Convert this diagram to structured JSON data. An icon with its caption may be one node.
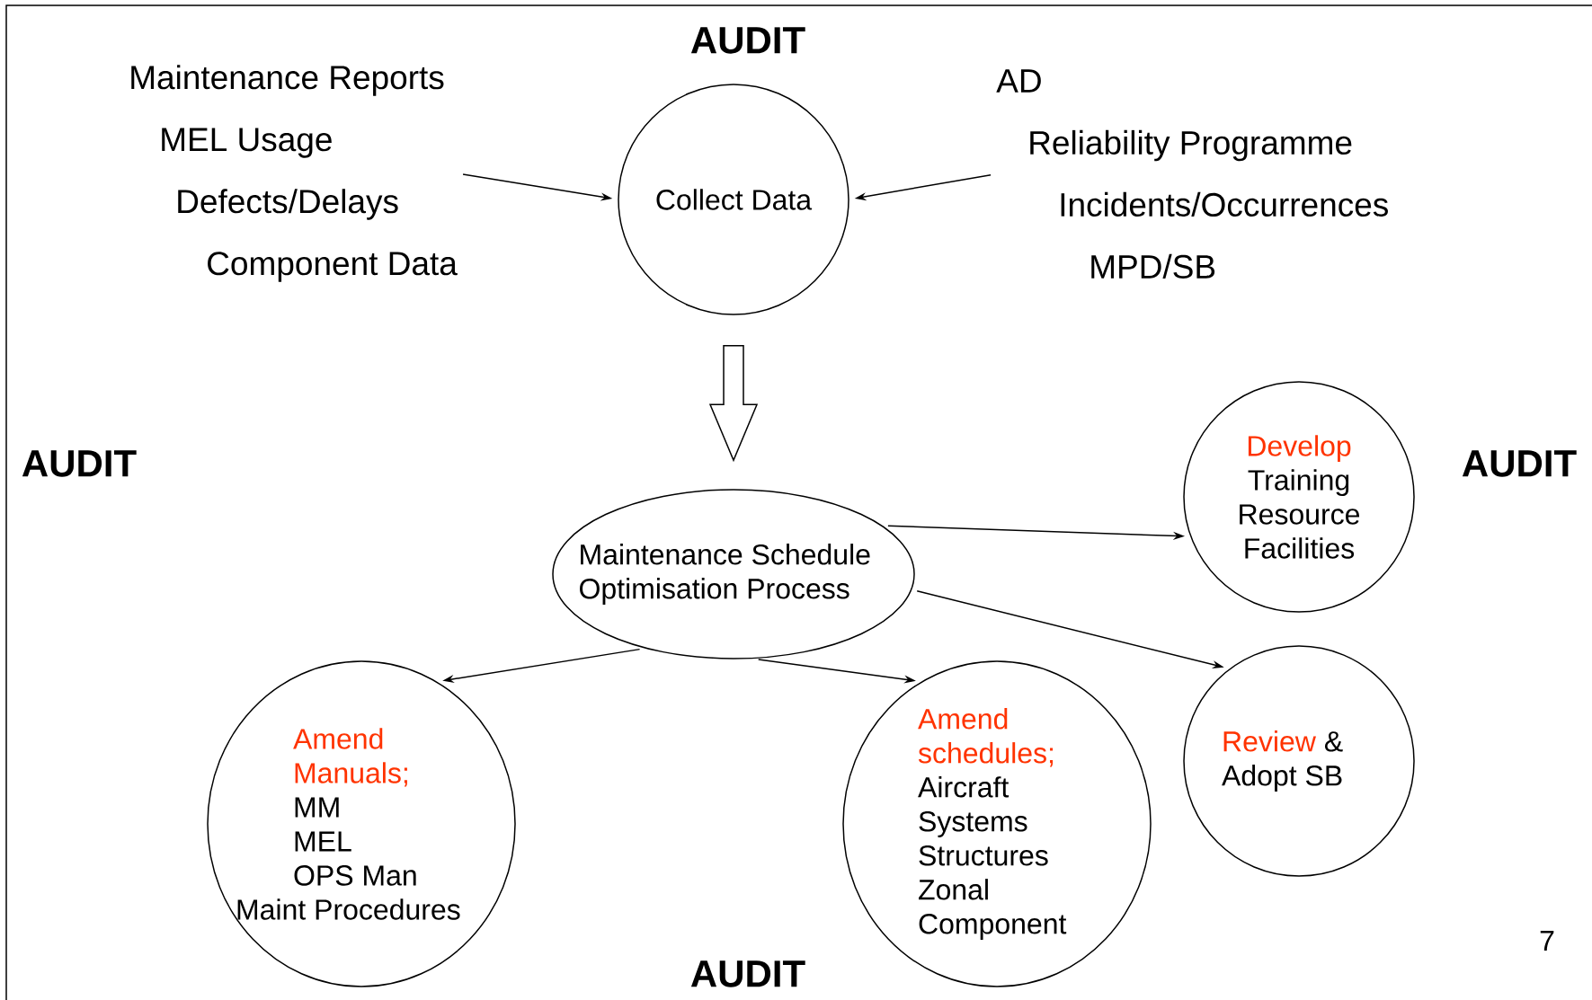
{
  "diagram": {
    "nodes": [
      {
        "text": [
          "Collect Data"
        ]
      },
      {
        "text": [
          "Maintenance Reports",
          "MEL Usage",
          "Defects/Delays",
          "Component Data"
        ]
      },
      {
        "text": [
          "AD",
          "Reliability Programme",
          "Incidents/Occurrences",
          "MPD/SB"
        ]
      },
      {
        "text": [
          "Maintenance Schedule Optimisation Process"
        ]
      },
      {
        "text": [
          "Develop",
          "Training",
          "Resource",
          "Facilities"
        ]
      },
      {
        "text": [
          "Review",
          "& Adopt SB"
        ]
      },
      {
        "text": [
          "Amend Manuals;",
          "MM",
          "MEL",
          "OPS Man",
          "Maint Procedures"
        ]
      },
      {
        "text": [
          "Amend schedules;",
          "Aircraft",
          "Systems",
          "Structures",
          "Zonal",
          "Component"
        ]
      }
    ],
    "edges": [
      {
        "from": 1,
        "to": 0,
        "arrow": "to"
      },
      {
        "from": 2,
        "to": 0,
        "arrow": "to"
      },
      {
        "from": 0,
        "to": 3,
        "arrow": "to",
        "style": "thick"
      },
      {
        "from": 3,
        "to": 4,
        "arrow": "to"
      },
      {
        "from": 3,
        "to": 5,
        "arrow": "to"
      },
      {
        "from": 3,
        "to": 6,
        "arrow": "to"
      },
      {
        "from": 3,
        "to": 7,
        "arrow": "to"
      }
    ],
    "labels": [
      "AUDIT",
      "AUDIT",
      "AUDIT",
      "AUDIT",
      "7"
    ]
  }
}
